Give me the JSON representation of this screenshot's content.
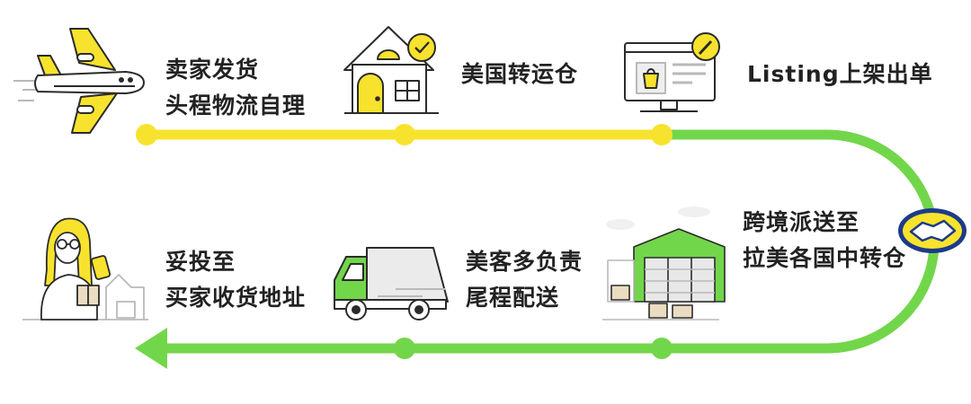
{
  "colors": {
    "yellow": "#f7e32d",
    "green": "#72d64a",
    "outline": "#2b2b2b",
    "grey": "#b9b9b9",
    "light_grey": "#dcdcdc"
  },
  "steps": [
    {
      "icon": "airplane-icon",
      "lines": [
        "卖家发货",
        "头程物流自理"
      ]
    },
    {
      "icon": "house-check-icon",
      "lines": [
        "美国转运仓"
      ]
    },
    {
      "icon": "monitor-listing-icon",
      "lines": [
        "Listing上架出单"
      ]
    },
    {
      "icon": "handshake-logo-icon",
      "lines": [
        "跨境派送至",
        "拉美各国中转仓"
      ]
    },
    {
      "icon": "warehouse-icon",
      "lines": [
        "美客多负责",
        "尾程配送"
      ]
    },
    {
      "icon": "delivery-truck-icon",
      "lines": []
    },
    {
      "icon": "person-package-icon",
      "lines": [
        "妥投至",
        "买家收货地址"
      ]
    }
  ]
}
